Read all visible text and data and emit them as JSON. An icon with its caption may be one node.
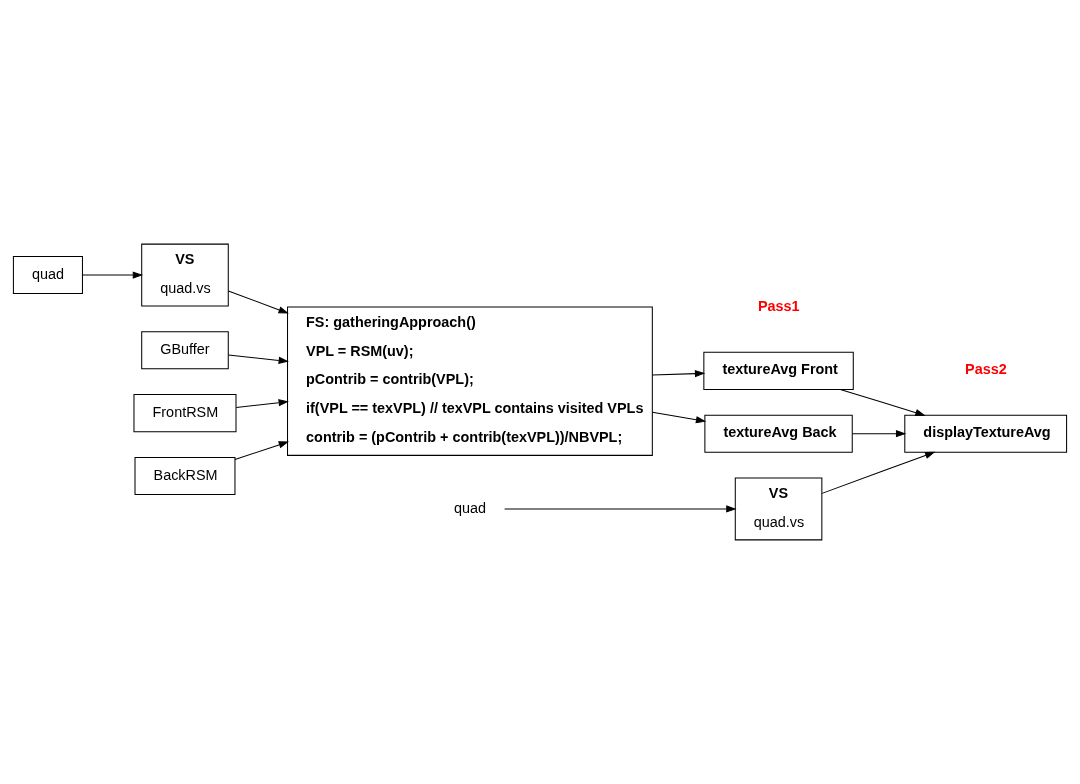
{
  "diagram": {
    "nodes": [
      {
        "text": [
          "quad"
        ]
      },
      {
        "text": [
          "VS",
          "quad.vs"
        ]
      },
      {
        "text": [
          "GBuffer"
        ]
      },
      {
        "text": [
          "FrontRSM"
        ]
      },
      {
        "text": [
          "BackRSM"
        ]
      },
      {
        "text": [
          "FS: gatheringApproach()",
          "VPL = RSM(uv);",
          "pContrib = contrib(VPL);",
          "if(VPL == texVPL) // texVPL contains visited VPLs",
          "contrib = (pContrib + contrib(texVPL))/NBVPL;"
        ]
      },
      {
        "text": [
          "textureAvg Front"
        ]
      },
      {
        "text": [
          "textureAvg Back"
        ]
      },
      {
        "text": [
          "quad"
        ]
      },
      {
        "text": [
          "VS",
          "quad.vs"
        ]
      },
      {
        "text": [
          "displayTextureAvg"
        ]
      }
    ],
    "edges": [
      {
        "from": 0,
        "to": 1,
        "arrow": "to"
      },
      {
        "from": 1,
        "to": 5,
        "arrow": "to"
      },
      {
        "from": 2,
        "to": 5,
        "arrow": "to"
      },
      {
        "from": 3,
        "to": 5,
        "arrow": "to"
      },
      {
        "from": 4,
        "to": 5,
        "arrow": "to"
      },
      {
        "from": 5,
        "to": 6,
        "arrow": "to"
      },
      {
        "from": 5,
        "to": 7,
        "arrow": "to"
      },
      {
        "from": 6,
        "to": 10,
        "arrow": "to"
      },
      {
        "from": 7,
        "to": 10,
        "arrow": "to"
      },
      {
        "from": 8,
        "to": 9,
        "arrow": "to"
      },
      {
        "from": 9,
        "to": 10,
        "arrow": "to"
      }
    ],
    "labels": [
      "Pass1",
      "Pass2"
    ]
  }
}
